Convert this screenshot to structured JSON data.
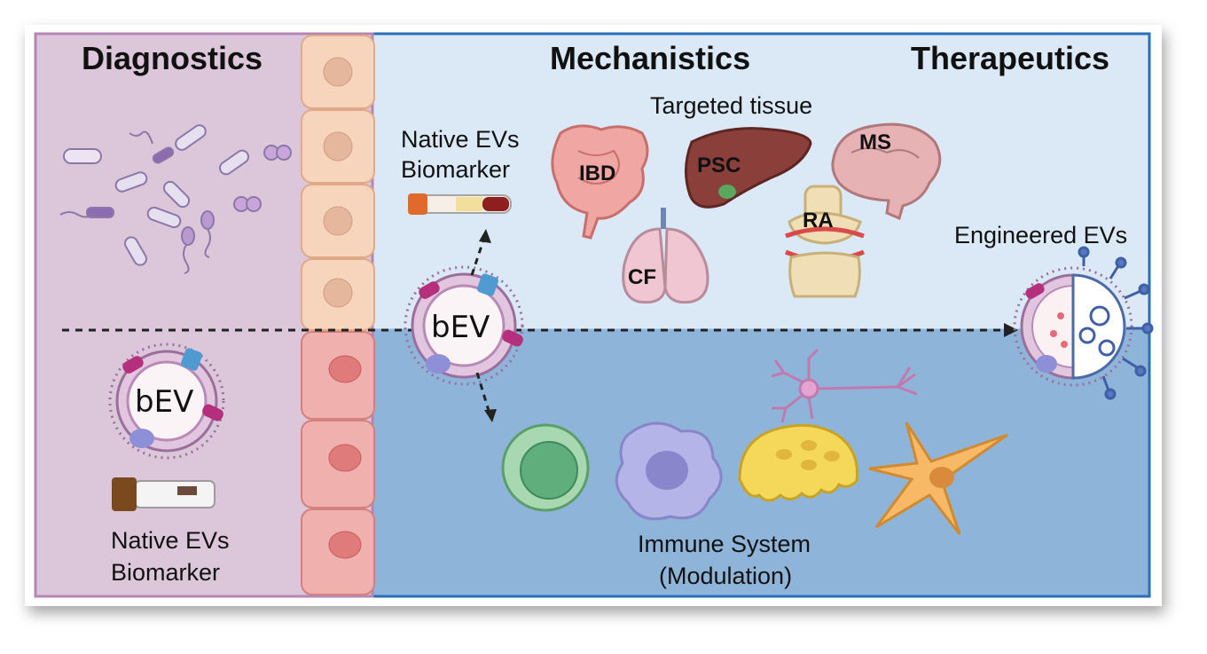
{
  "sections": {
    "diagnostics": "Diagnostics",
    "mechanistics": "Mechanistics",
    "therapeutics": "Therapeutics"
  },
  "labels": {
    "targeted_tissue": "Targeted tissue",
    "native_evs_top_line1": "Native EVs",
    "native_evs_top_line2": "Biomarker",
    "native_evs_bottom_line1": "Native EVs",
    "native_evs_bottom_line2": "Biomarker",
    "engineered_evs": "Engineered EVs",
    "immune_line1": "Immune System",
    "immune_line2": "(Modulation)",
    "bev_center": "bEV",
    "bev_left": "bEV"
  },
  "organs": {
    "ibd": "IBD",
    "psc": "PSC",
    "ms": "MS",
    "ra": "RA",
    "cf": "CF"
  },
  "colors": {
    "diagnostics_bg": "#dcc6da",
    "mechanistics_top_bg": "#dbe9f6",
    "mechanistics_bottom_bg": "#8fb4d9",
    "frame_border": "#2a6fb9",
    "upper_cells": "#f7d5bd",
    "lower_cells": "#efb0ae"
  }
}
